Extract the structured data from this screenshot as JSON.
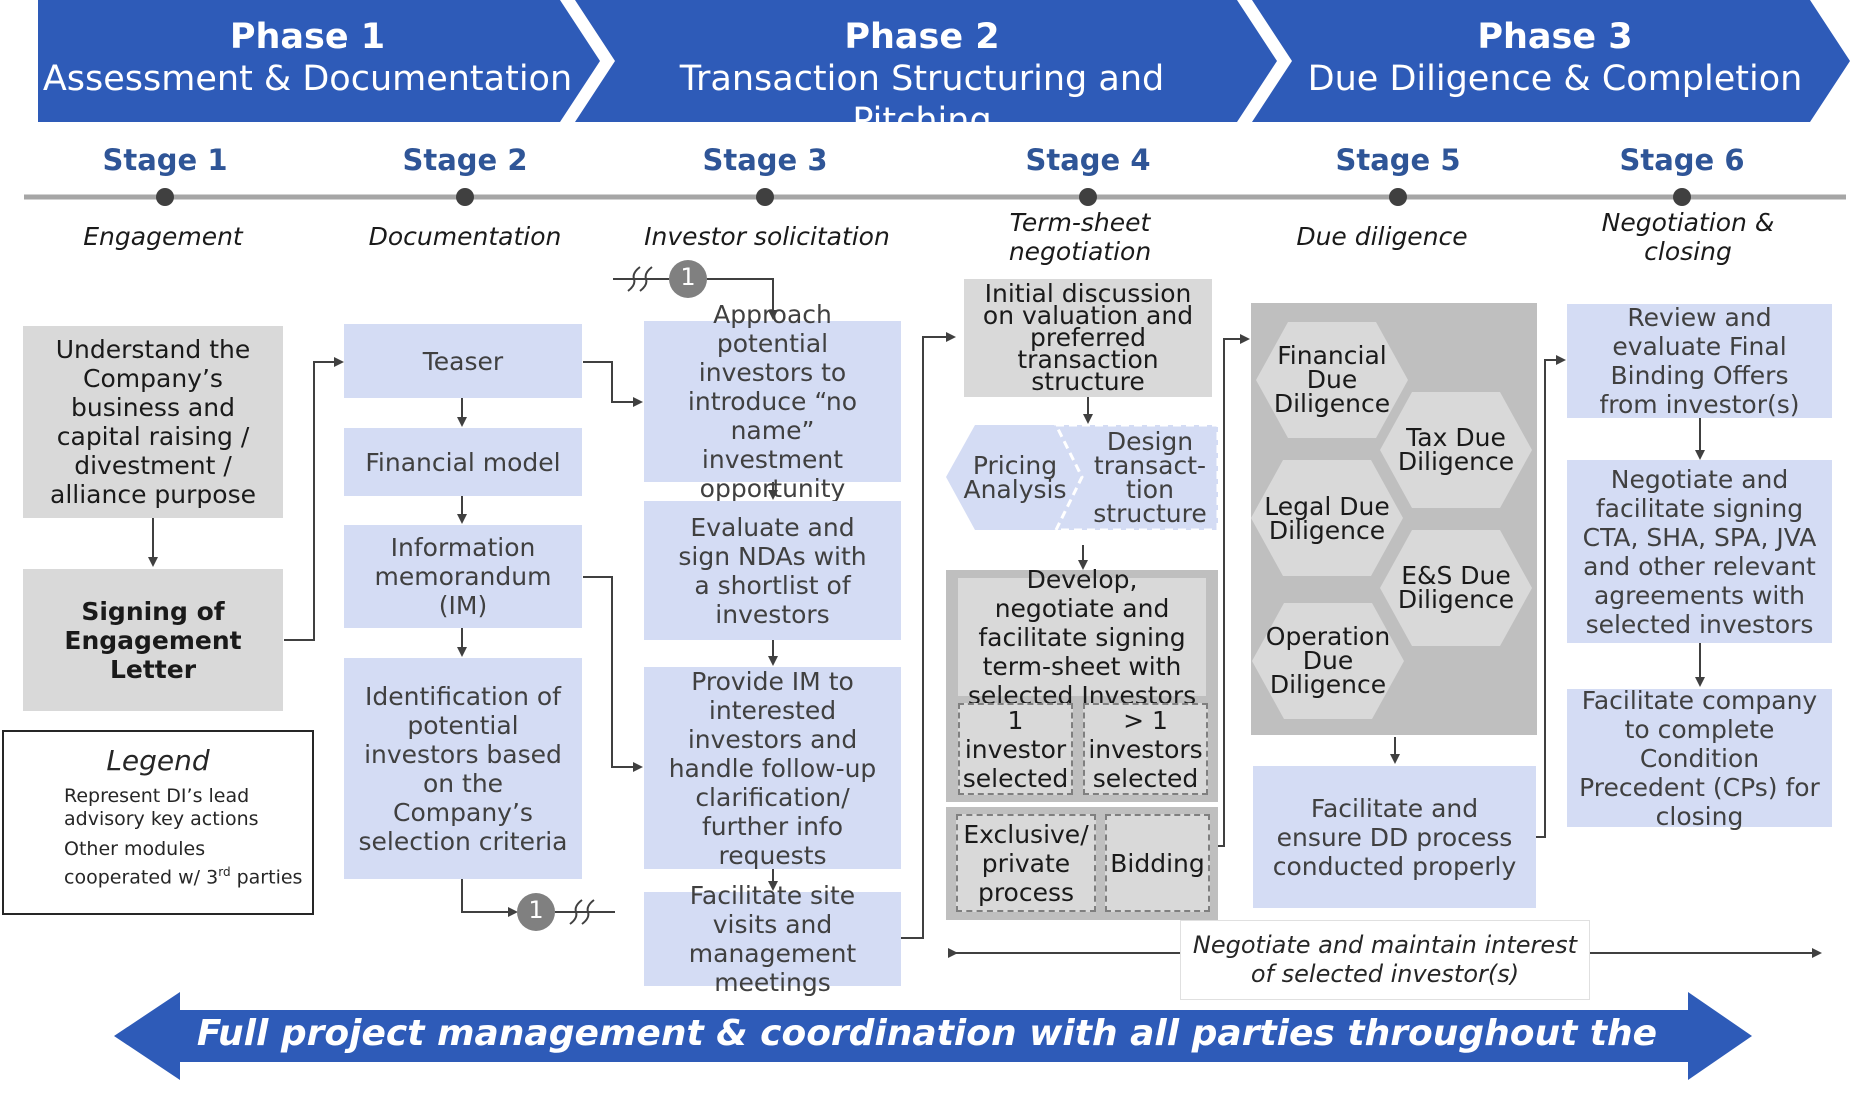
{
  "phases": [
    {
      "title": "Phase 1",
      "subtitle": "Assessment & Documentation"
    },
    {
      "title": "Phase 2",
      "subtitle": "Transaction Structuring and Pitching"
    },
    {
      "title": "Phase 3",
      "subtitle": "Due Diligence & Completion"
    }
  ],
  "stages": [
    {
      "label": "Stage 1",
      "name": "Engagement"
    },
    {
      "label": "Stage 2",
      "name": "Documentation"
    },
    {
      "label": "Stage 3",
      "name": "Investor solicitation"
    },
    {
      "label": "Stage 4",
      "name": "Term-sheet\nnegotiation"
    },
    {
      "label": "Stage 5",
      "name": "Due diligence"
    },
    {
      "label": "Stage 6",
      "name": "Negotiation &\nclosing"
    }
  ],
  "stage1": {
    "understand": "Understand the Company’s business and capital raising / divestment / alliance purpose",
    "signing": "Signing of Engagement Letter"
  },
  "stage2": {
    "teaser": "Teaser",
    "financial_model": "Financial model",
    "im": "Information memorandum (IM)",
    "identification": "Identification of potential investors based on the Company’s selection criteria"
  },
  "stage3": {
    "approach": "Approach potential investors to introduce “no name” investment opportunity",
    "evaluate": "Evaluate and sign NDAs with a shortlist of investors",
    "provide_im": "Provide IM to interested investors and handle follow-up clarification/ further info requests",
    "site_visits": "Facilitate site visits and management meetings"
  },
  "stage4": {
    "initial": "Initial discussion on valuation and preferred transaction structure",
    "pricing": "Pricing Analysis",
    "design": "Design transact-tion structure",
    "develop": "Develop, negotiate and facilitate signing term-sheet with selected Investors",
    "one_investor": "1 investor selected",
    "multi_investors": "> 1 investors selected",
    "exclusive": "Exclusive/ private process",
    "bidding": "Bidding"
  },
  "stage5": {
    "financial_dd": "Financial Due Diligence",
    "tax_dd": "Tax Due Diligence",
    "legal_dd": "Legal Due Diligence",
    "es_dd": "E&S Due Diligence",
    "operation_dd": "Operation Due Diligence",
    "facilitate": "Facilitate and ensure DD process conducted properly"
  },
  "stage6": {
    "review": "Review and evaluate Final Binding Offers from investor(s)",
    "negotiate": "Negotiate and facilitate signing CTA, SHA, SPA, JVA and other relevant agreements with selected investors",
    "cps": "Facilitate company to complete Condition Precedent (CPs) for closing"
  },
  "connector_label": "1",
  "legend": {
    "title": "Legend",
    "lead_label": "Represent DI’s lead advisory key actions",
    "other_label_pre": "Other modules cooperated w/ 3",
    "other_label_sup": "rd",
    "other_label_post": " parties"
  },
  "negotiate_note": "Negotiate and maintain interest of selected investor(s)",
  "bottom_banner": "Full project management & coordination with all parties throughout the process",
  "colors": {
    "phase_blue": "#2e5bb8",
    "stage_blue": "#2f5597",
    "lead_box": "#d4dcf4",
    "other_box": "#d9d9d9"
  }
}
